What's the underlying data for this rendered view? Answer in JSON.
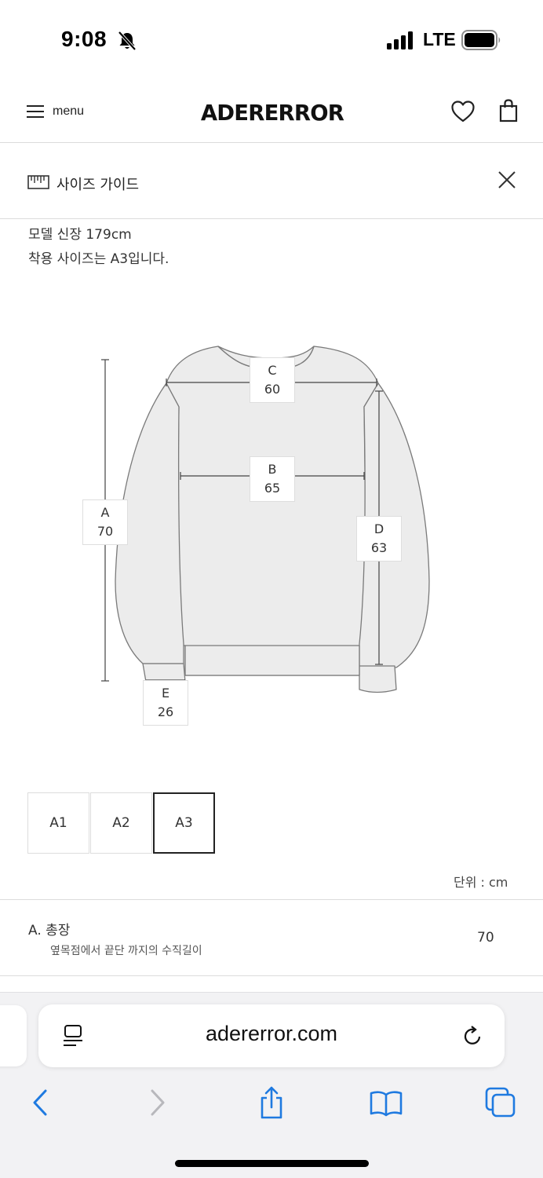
{
  "status_bar": {
    "time": "9:08",
    "network": "LTE"
  },
  "header": {
    "menu_label": "menu",
    "brand": "ADERERROR"
  },
  "size_guide": {
    "title": "사이즈 가이드",
    "model_height": "모델 신장 179cm",
    "worn_size": "착용 사이즈는 A3입니다."
  },
  "diagram": {
    "labels": [
      {
        "key": "C",
        "value": "60"
      },
      {
        "key": "B",
        "value": "65"
      },
      {
        "key": "A",
        "value": "70"
      },
      {
        "key": "D",
        "value": "63"
      },
      {
        "key": "E",
        "value": "26"
      }
    ]
  },
  "sizes": {
    "options": [
      "A1",
      "A2",
      "A3"
    ],
    "selected": "A3"
  },
  "unit": "단위 : cm",
  "measurement": {
    "name": "A.  총장",
    "description": "옆목점에서 끝단 까지의 수직길이",
    "value": "70"
  },
  "browser": {
    "url": "adererror.com"
  },
  "colors": {
    "garment_fill": "#ececec",
    "garment_stroke": "#7a7a7a",
    "ios_blue": "#1f7ae0"
  }
}
